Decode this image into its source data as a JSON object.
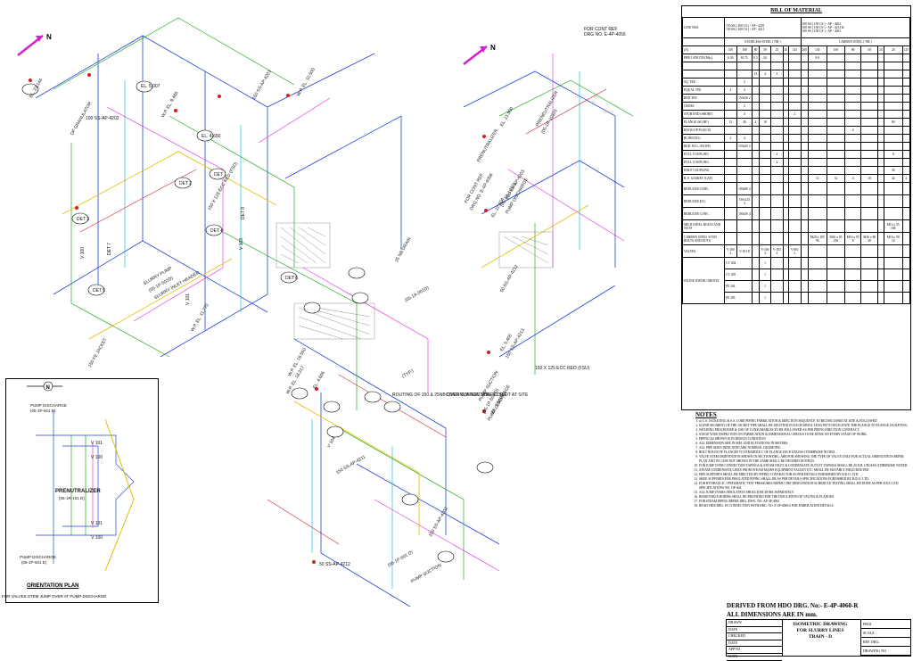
{
  "drawing": {
    "derived_from": "DERIVED FROM HDO DRG. No:- E-4P-4060-R",
    "all_dims": "ALL DIMENSIONS ARE IN mm.",
    "title_line1": "ISOMETRIC DRAWING",
    "title_line2": "FOR SLURRY LINES",
    "title_line3": "TRAIN - D",
    "tb_left": [
      "DRAWN",
      "DATE",
      "CHECKED",
      "DATE",
      "APPVD",
      "DATE"
    ],
    "tb_right": [
      "PROJ.",
      "SCALE",
      "REF. DRG.",
      "DRAWING NO"
    ]
  },
  "north_label": "N",
  "iso_labels": [
    "FOR CONT REF",
    "DRG NO. E-4P-4056",
    "FOR CONT REF",
    "DRG NO. E-4P-4056",
    "PRENEUTRALIZER",
    "(05-1R-101D)",
    "PRENUTRALIZER",
    "(05-1R-101D)",
    "PUMP DISCHARGE",
    "PUMP SUCTION",
    "(05-1P-501 D)",
    "PUMP DISCHARGE",
    "PUMP SUCTION",
    "(05-1P-501 D)",
    "SLURRY PUMP",
    "(05-1P-501D)",
    "SLURRY INLET HEADER",
    "OF GRANULATOR",
    "(05-1A-001D)",
    "50 SS-AP-4212",
    "150 SS-AP-4201",
    "150 SS-AP-4211",
    "100 SS-AP-4202",
    "100 SS-AP-4203",
    "150 SS-AP-4213",
    "150 X 125 ECC RED (FSU)",
    "150 X 125 ECC RED (FSD)",
    "25 NB DRAIN",
    "W.P. EL. 19.550",
    "W.P. EL. 18.217",
    "W.P. EL. 11.770",
    "W.P. EL. 10.500",
    "W.P. EL. 9.465",
    "EL. 23.144",
    "EL. 21.900",
    "EL. 22.604",
    "EL. 5.400",
    "EL. 4.606",
    "EL. 3.600",
    "EL. 5.007",
    "EL. 4.650",
    "DET 1",
    "DET 2",
    "DET 3",
    "DET 4",
    "DET 5",
    "DET 6",
    "DET 7",
    "DET 8",
    "V 100",
    "V 101",
    "V 103",
    "V 104",
    "150 FE JACKET",
    "100 SS-AP-4202",
    "50 SS-AP-4212",
    "(TYP.)",
    "ROUTING OF 150 & 25NB OVER CONNECTION TO SLOT AT SITE",
    "CONTINUATION SHEET DRG"
  ],
  "bom": {
    "title": "BILL OF MATERIAL",
    "line_nos_label": "LINE NOS.",
    "line_nos_a": "150 SS ( 200 CS ) - AP - 4201",
    "line_nos_b": "150 SS ( 200 CS ) - AP - 4211",
    "line_nos_c": "100 SS ( 150 CS ) - AP - 4202",
    "line_nos_d": "100 SS ( 150 CS ) - AP - 4212 &",
    "line_nos_e": "100 SS ( 150 CS ) - AP - 4203",
    "ss_header": "STAINLESS STEEL ( NB )",
    "cs_header": "CARBON STEEL ( NB )",
    "size_label": "(A)",
    "ss_sizes": [
      "150",
      "100",
      "80",
      "50",
      "25",
      "20",
      "125"
    ],
    "cs_sizes": [
      "200",
      "150",
      "100",
      "80",
      "50",
      "25",
      "20",
      "125"
    ],
    "rows": [
      {
        "item": "PIPE LENGTH (Mtr.)",
        "vals": [
          "6.30",
          "63.75",
          "0.5",
          "3.0",
          "",
          "",
          "",
          "",
          "9.0",
          "",
          "",
          "",
          "",
          "",
          ""
        ]
      },
      {
        "item": "",
        "vals": [
          "",
          "",
          "",
          "",
          "",
          "",
          "",
          "",
          "",
          "",
          "",
          "",
          "",
          "",
          ""
        ]
      },
      {
        "item": "",
        "vals": [
          "",
          "",
          "13",
          "4",
          "3",
          "",
          "",
          "",
          "",
          "",
          "",
          "",
          "",
          "",
          ""
        ]
      },
      {
        "item": "SQ. TEE",
        "vals": [
          "",
          "2",
          "",
          "",
          "",
          "",
          "",
          "",
          "",
          "",
          "",
          "",
          "",
          "",
          ""
        ]
      },
      {
        "item": "EQUAL TEE",
        "vals": [
          "2",
          "4",
          "",
          "",
          "",
          "",
          "",
          "",
          "",
          "",
          "",
          "",
          "",
          "",
          ""
        ]
      },
      {
        "item": "RED.TEE",
        "vals": [
          "",
          "150x50 2",
          "",
          "",
          "",
          "",
          "",
          "",
          "",
          "",
          "",
          "",
          "",
          "",
          ""
        ]
      },
      {
        "item": "CROSS",
        "vals": [
          "",
          "2",
          "",
          "",
          "",
          "",
          "",
          "",
          "",
          "",
          "",
          "",
          "",
          "",
          ""
        ]
      },
      {
        "item": "STUB END (SHORT)",
        "vals": [
          "",
          "4",
          "",
          "",
          "",
          "",
          "2",
          "",
          "",
          "",
          "",
          "",
          "",
          "",
          ""
        ]
      },
      {
        "item": "FLANGE (SO RF.)",
        "vals": [
          "12",
          "40",
          "4",
          "10",
          "",
          "",
          "",
          "",
          "",
          "",
          "",
          "",
          "",
          "86",
          ""
        ]
      },
      {
        "item": "BACK-UP FLG(CS)",
        "vals": [
          "",
          "",
          "",
          "",
          "",
          "",
          "",
          "",
          "",
          "",
          "4",
          "",
          "",
          "",
          ""
        ]
      },
      {
        "item": "BLIND FLG",
        "vals": [
          "2",
          "4",
          "",
          "",
          "",
          "",
          "",
          "",
          "",
          "",
          "",
          "",
          "",
          "",
          ""
        ]
      },
      {
        "item": "RED. FLG. (SO RF)",
        "vals": [
          "",
          "150x25 2",
          "",
          "",
          "",
          "",
          "",
          "",
          "",
          "",
          "",
          "",
          "",
          "",
          ""
        ]
      },
      {
        "item": "FULL COUPLING",
        "vals": [
          "",
          "",
          "",
          "",
          "2",
          "",
          "",
          "",
          "",
          "",
          "",
          "",
          "",
          "8",
          ""
        ]
      },
      {
        "item": "FULL COUPLING",
        "vals": [
          "",
          "",
          "",
          "",
          "2",
          "",
          "",
          "",
          "",
          "",
          "",
          "",
          "",
          "",
          ""
        ]
      },
      {
        "item": "HALF COUPLING",
        "vals": [
          "",
          "",
          "",
          "",
          "",
          "",
          "",
          "",
          "",
          "",
          "",
          "",
          "",
          "30",
          ""
        ]
      },
      {
        "item": "R. F. GASKET (CAF)",
        "vals": [
          "",
          "",
          "",
          "",
          "",
          "",
          "",
          "",
          "12",
          "32",
          "4",
          "10",
          "",
          "42",
          "2"
        ]
      },
      {
        "item": "REDUCER CONC.",
        "vals": [
          "",
          "100x80 4",
          "",
          "",
          "",
          "",
          "",
          "",
          "",
          "",
          "",
          "",
          "",
          "",
          ""
        ]
      },
      {
        "item": "REDUCER ECC.",
        "vals": [
          "",
          "150x125 4",
          "",
          "",
          "",
          "",
          "",
          "",
          "",
          "",
          "",
          "",
          "",
          "",
          ""
        ]
      },
      {
        "item": "REDUCER CONC.",
        "vals": [
          "",
          "100x50 4",
          "",
          "",
          "",
          "",
          "",
          "",
          "",
          "",
          "",
          "",
          "",
          "",
          ""
        ]
      },
      {
        "item": "MILD STEEL BOLTS AND NUTS",
        "vals": [
          "",
          "",
          "",
          "",
          "",
          "",
          "",
          "",
          "",
          "",
          "",
          "",
          "",
          "M12 x 55 168",
          ""
        ]
      },
      {
        "item": "CARBON STEEL STUD BOLTS AND NUTS",
        "vals": [
          "",
          "",
          "",
          "",
          "",
          "",
          "",
          "",
          "M20 x 105 96",
          "M16 x 95 256",
          "M16 x 95 8",
          "M16 x 80 40",
          "",
          "M16 x 90 16",
          ""
        ]
      },
      {
        "item": "VALVES",
        "vals": [
          "V-100 2",
          "V-101 8",
          "",
          "V-100 4",
          "V-103 4",
          "",
          "V-001 2",
          "",
          "",
          "",
          "",
          "",
          "",
          "",
          ""
        ]
      }
    ],
    "instruments_label": "INLINE INSTRU-MENTS",
    "instruments": [
      {
        "tag": "CV 204",
        "qty": "1"
      },
      {
        "tag": "CV 205",
        "qty": "1"
      },
      {
        "tag": "FE 204",
        "qty": "1"
      },
      {
        "tag": "FE 205",
        "qty": "1"
      }
    ]
  },
  "notes": {
    "title": "NOTES",
    "items": [
      "a) C.S. JACKETING & S.S. CORE PIPING FABRICATION & ERECTION SEQUENCE TO BE DISCUSSED AT SITE & FOLLOWED",
      "b) END SEGMENT OF THE JACKET PIPE SHALL BE SPLITTED IN EACH SPOOL LENGTH TO FACILITATE THE FLANGE TO FLANGE JACKETING.",
      "WELDING PROCEDURE & USE OF CONSUMABLES TO BE FOLLOWED AS PER PIPING ERECTION CONTRACT.",
      "STAGE WISE INSPECTION ON FABRICATION & DIMENSIONAL CHECKS TO BE DONE ON EVERY STAGE OF WORK.",
      "PIPING AS SHOWN IS IN DESIGN CONDITION.",
      "ALL DIMENSION ARE IN MM. AND ELEVATIONS IN METERS.",
      "ALL PIPE SIZES INDICATED ARE NOMINAL DIAMETER.",
      "BOLT HOLES OF FLANGES TO STRADDLE C OF FLANGE FACE UNLESS OTHERWISE NOTED.",
      "VALVE STEM ORIENTATION SHOWN IN SECTION DRG. ARE FOR SHOWING THE TYPE OF VALVE ONLY FOR ACTUAL ORIENTATION REFER PLAN AND IN CASE NOT SHOWN IN THE SAME SHALL BE DECIDED IN FIELD.",
      "FOR JUMP OVER CONNECTION TAPINGS & STEAM INLET & CONDENSATE OUTLET TAPINGS SHALL BE 20 N.B. UNLESS OTHERWISE NOTED.",
      "STEAM CONDENSATE LINES FROM STEAM MAINS EQUIPMENT JACKET ETC SHALL BE SUITABLY FIELD ROUTED.",
      "PIPE SUPPORTS SHALL BE ERECTED BY PIPING CONTRACTOR AS PER DETAILS FURNISHED BY H.D.O. LTD.",
      "SHOE SUPPORTS FOR INSULATED PIPING SHALL BE AS PER DETAILS SPECIFICATIONS FURNISHED BY H.D.O. LTD.",
      "FOR HYDRAULIC / PNEUMATIC TEST PRESSURES REFER LINE DESIGNATION SCHEDULE TESTING SHALL BE DONE AS PER H.D.O LTD. SPECIFICATIONS NO. OP-404.",
      "ALL JUMP OVERS INSULATION SHOULD BE DONE SEPARATELY.",
      "REMOVABLE BODIES SHALL BE PROVIDED FOR THE INSULATION OF VALVES & FLANGES.",
      "FOR STEAM PIPING REFER DRG. DWG. NO. AP-4P-4063.",
      "READ THIS DRG. IN CONNECTION WITH DRG. NO. E-4P-4060/2 FOR FABRICATION DETAILS."
    ]
  },
  "orientation": {
    "north": "N",
    "pump_discharge_top": "PUMP DISCHARGE",
    "pump_discharge_top_tag": "(05-1P-501 D)",
    "prenutralizer": "PRENUTRALIZER",
    "prenutralizer_tag": "(05-1R-101 D)",
    "pump_discharge_bottom": "PUMP DISCHARGE",
    "pump_discharge_bottom_tag": "(05-1P-501 E)",
    "valve_labels": [
      "V 101",
      "V 100",
      "V 101",
      "V 100"
    ],
    "title": "ORIENTATION PLAN",
    "subtitle": "FOR VALVES STEM JUMP OVER AT PUMP DISCHARGE"
  }
}
